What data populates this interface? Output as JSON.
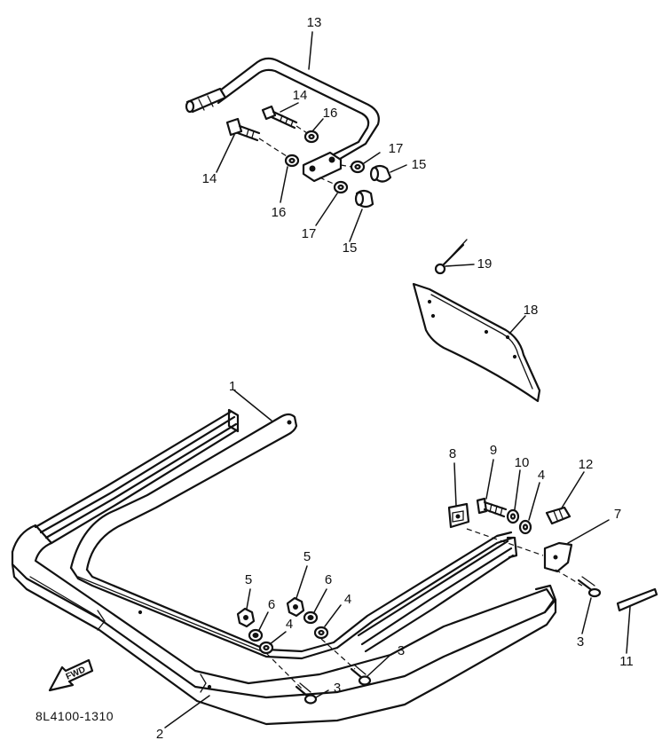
{
  "diagram": {
    "drawing_code": "8L4100-1310",
    "fwd_label": "FWD"
  },
  "callouts": [
    {
      "id": "c1",
      "label": "1"
    },
    {
      "id": "c2",
      "label": "2"
    },
    {
      "id": "c3a",
      "label": "3"
    },
    {
      "id": "c3b",
      "label": "3"
    },
    {
      "id": "c3c",
      "label": "3"
    },
    {
      "id": "c4a",
      "label": "4"
    },
    {
      "id": "c4b",
      "label": "4"
    },
    {
      "id": "c4c",
      "label": "4"
    },
    {
      "id": "c5a",
      "label": "5"
    },
    {
      "id": "c5b",
      "label": "5"
    },
    {
      "id": "c6a",
      "label": "6"
    },
    {
      "id": "c6b",
      "label": "6"
    },
    {
      "id": "c7",
      "label": "7"
    },
    {
      "id": "c8",
      "label": "8"
    },
    {
      "id": "c9",
      "label": "9"
    },
    {
      "id": "c10",
      "label": "10"
    },
    {
      "id": "c11",
      "label": "11"
    },
    {
      "id": "c12",
      "label": "12"
    },
    {
      "id": "c13",
      "label": "13"
    },
    {
      "id": "c14a",
      "label": "14"
    },
    {
      "id": "c14b",
      "label": "14"
    },
    {
      "id": "c15a",
      "label": "15"
    },
    {
      "id": "c15b",
      "label": "15"
    },
    {
      "id": "c16a",
      "label": "16"
    },
    {
      "id": "c16b",
      "label": "16"
    },
    {
      "id": "c17a",
      "label": "17"
    },
    {
      "id": "c17b",
      "label": "17"
    },
    {
      "id": "c18",
      "label": "18"
    },
    {
      "id": "c19",
      "label": "19"
    }
  ]
}
